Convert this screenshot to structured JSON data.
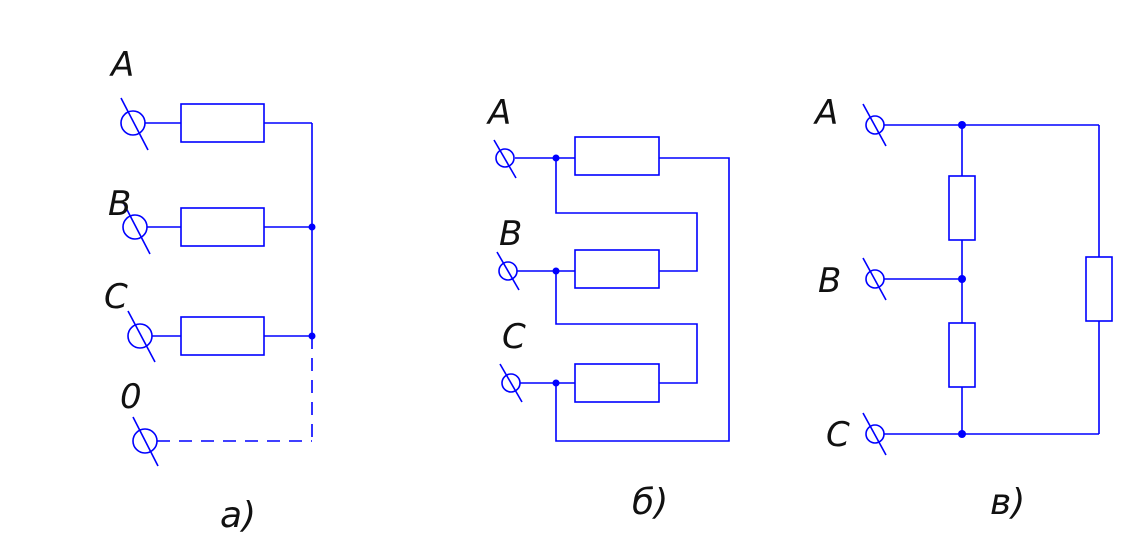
{
  "colors": {
    "wire": "#0000ff",
    "text": "#111111",
    "background": "#ffffff"
  },
  "diagram_a": {
    "phase_a": "A",
    "phase_b": "B",
    "phase_c": "C",
    "neutral": "0",
    "caption": "a)"
  },
  "diagram_b": {
    "phase_a": "A",
    "phase_b": "B",
    "phase_c": "C",
    "caption": "б)"
  },
  "diagram_c": {
    "phase_a": "A",
    "phase_b": "B",
    "phase_c": "C",
    "caption": "в)"
  }
}
